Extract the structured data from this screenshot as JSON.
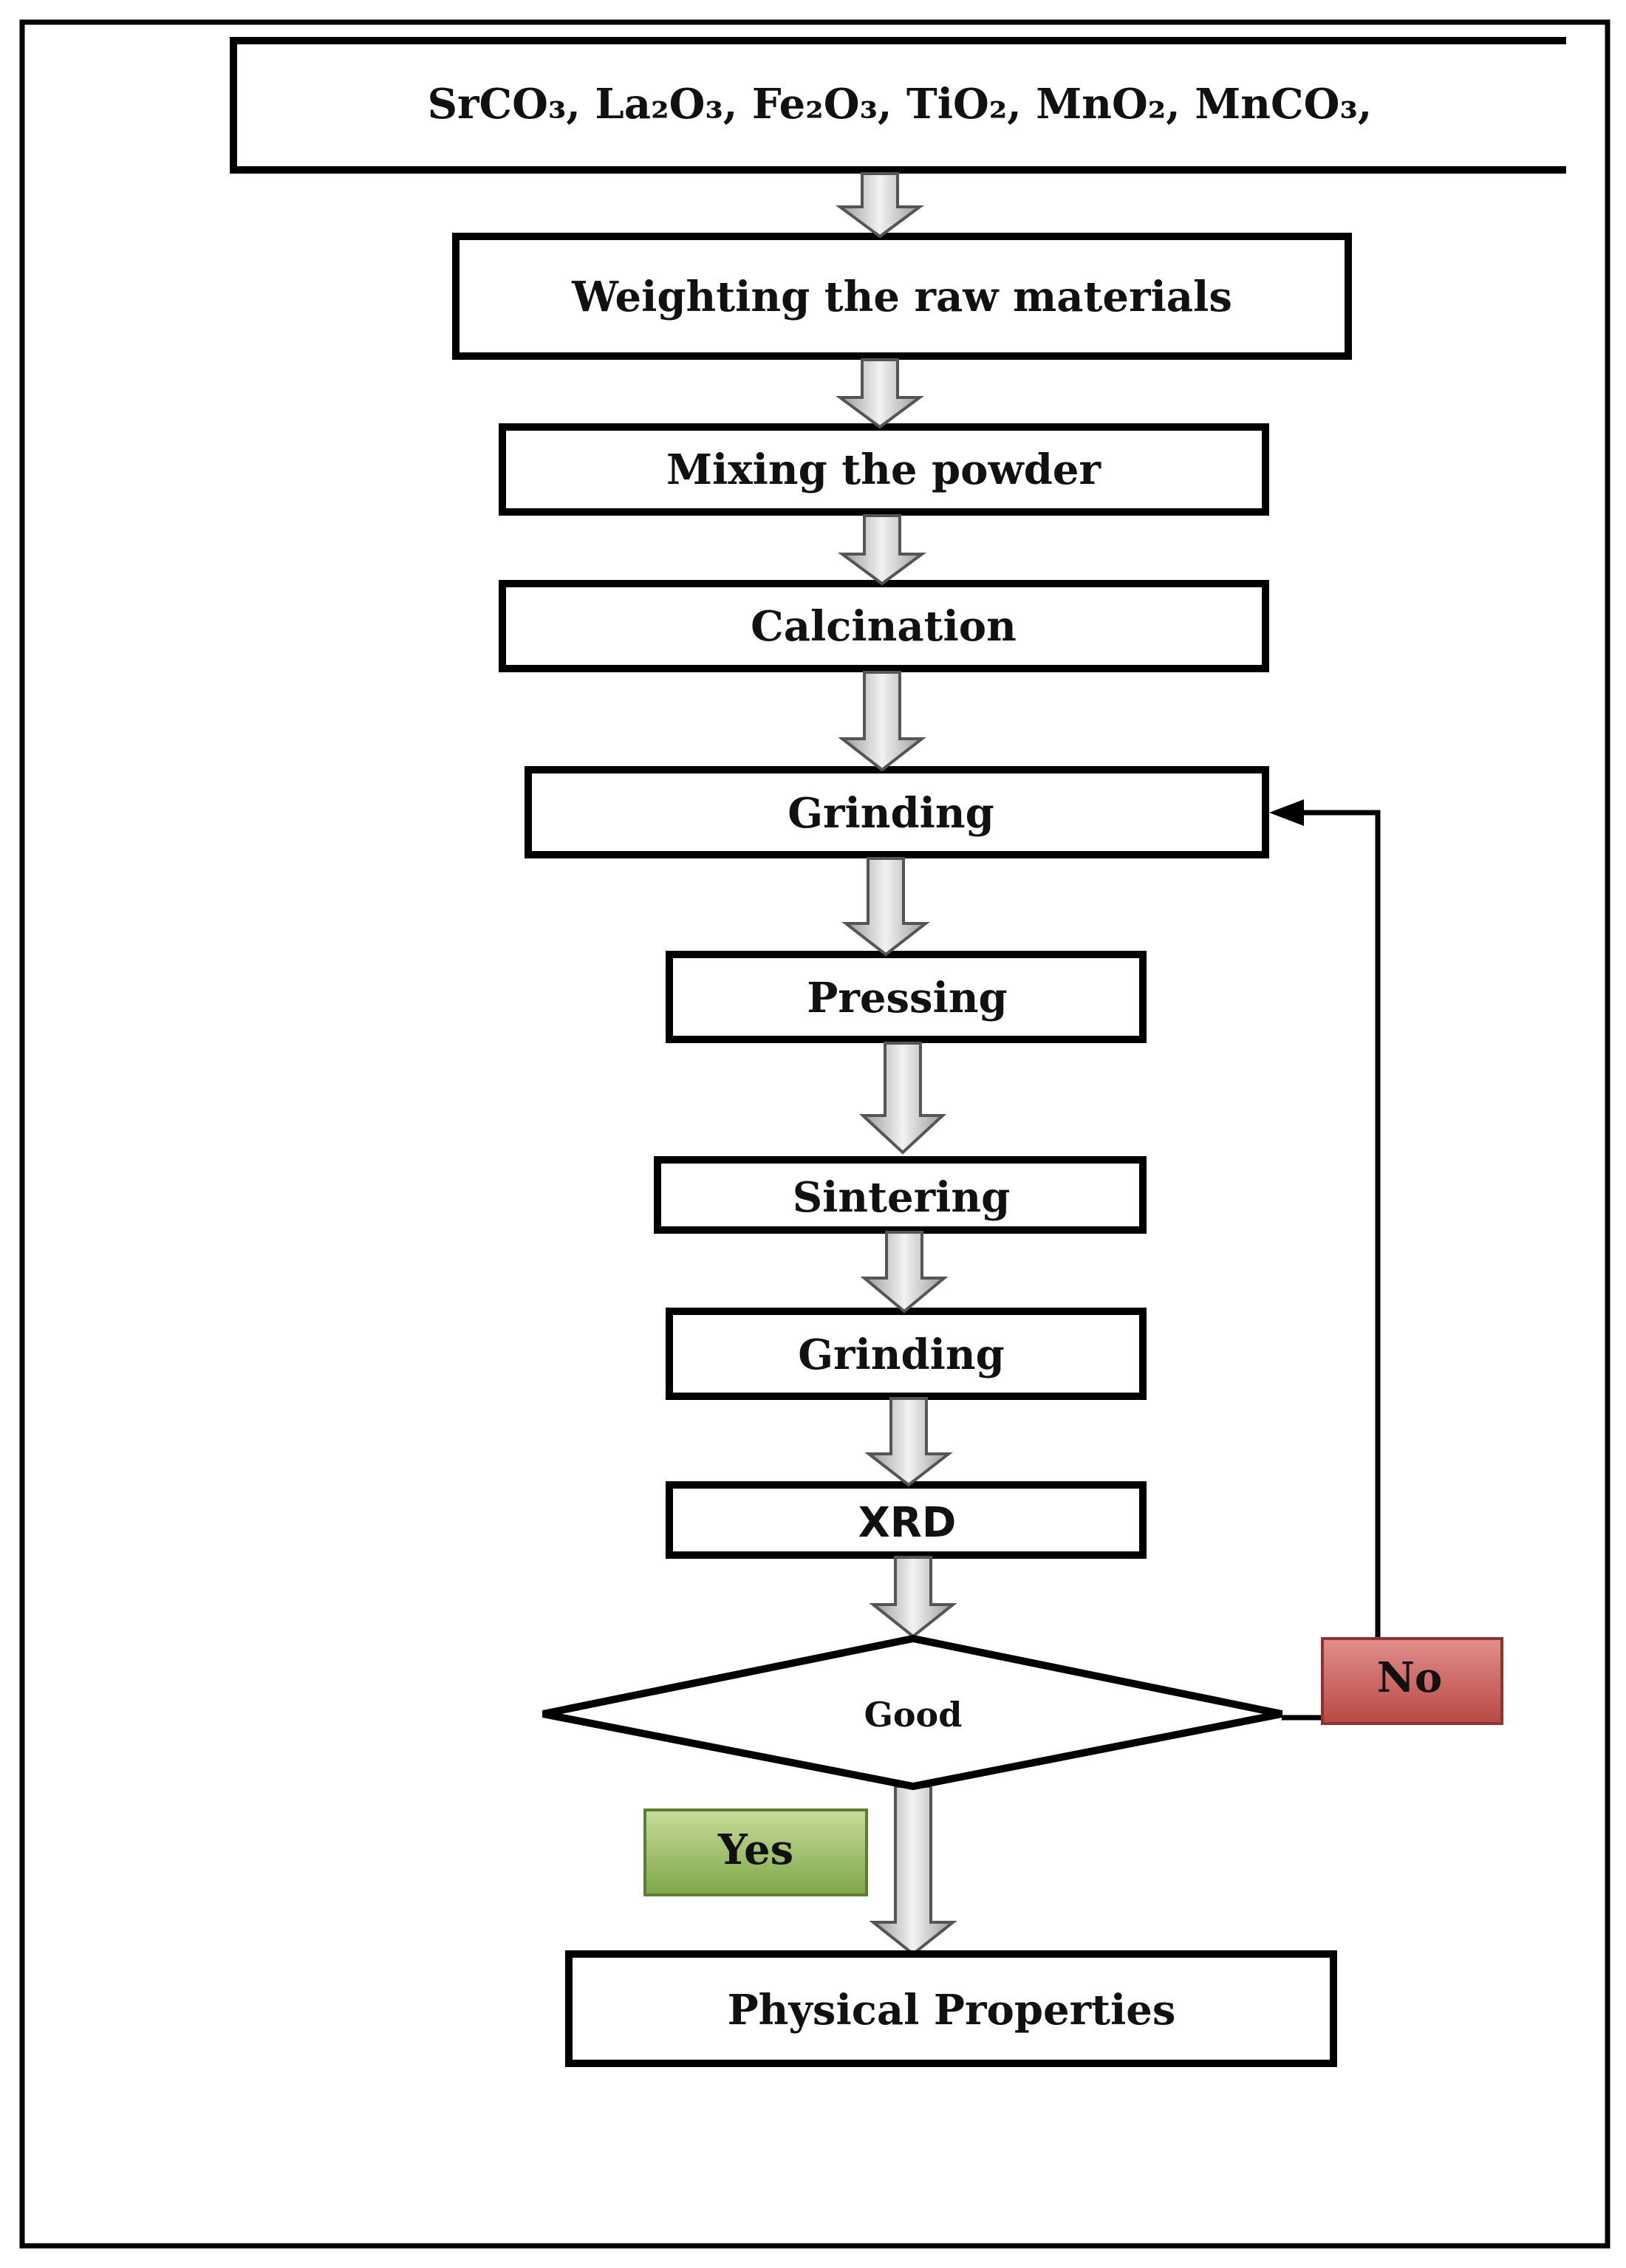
{
  "raw_materials": "SrCO₃, La₂O₃, Fe₂O₃, TiO₂, MnO₂, MnCO₃,",
  "steps": {
    "weighting": "Weighting the raw materials",
    "mixing": "Mixing the powder",
    "calcination": "Calcination",
    "grinding_1": "Grinding",
    "pressing": "Pressing",
    "sintering": "Sintering",
    "grinding_2": "Grinding",
    "xrd": "XRD",
    "decision": "Good",
    "result": "Physical Properties"
  },
  "branches": {
    "yes": "Yes",
    "no": "No"
  },
  "colors": {
    "yes_fill": "#8fb75a",
    "no_fill": "#c0504d",
    "arrow_fill": "#d9d9d9"
  }
}
